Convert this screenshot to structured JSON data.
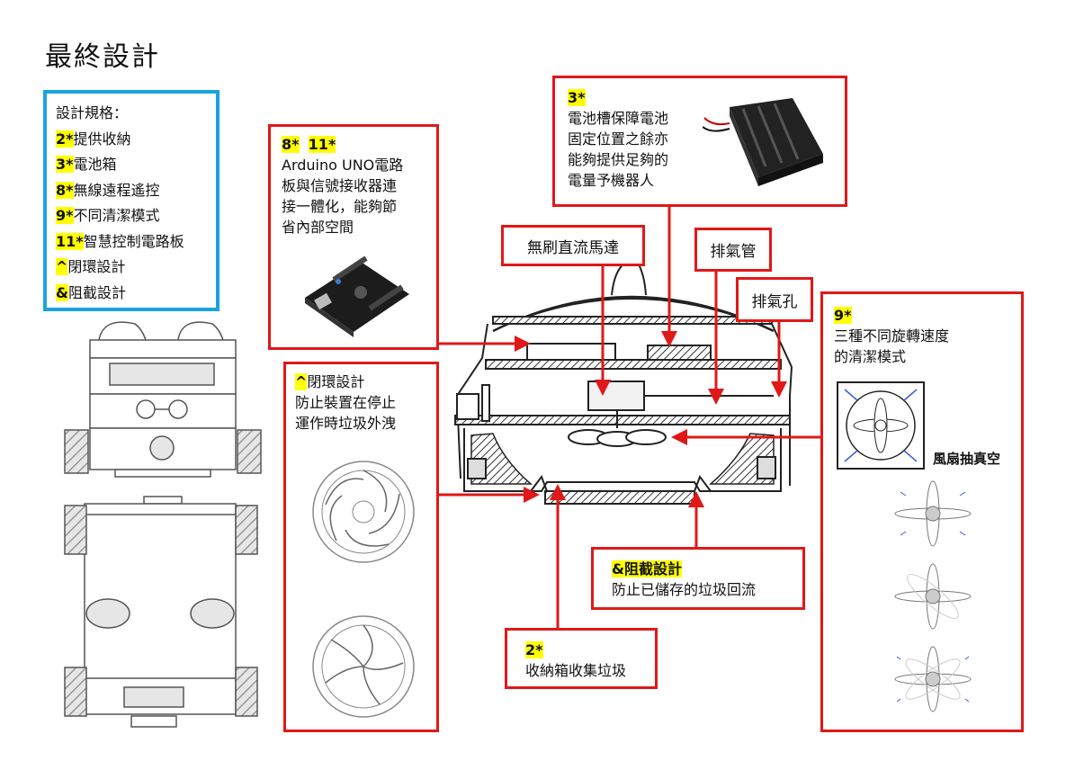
{
  "title": "最終設計",
  "spec": {
    "heading": "設計規格：",
    "items": [
      {
        "tag": "2*",
        "text": "提供收納"
      },
      {
        "tag": "3*",
        "text": "電池箱"
      },
      {
        "tag": "8*",
        "text": "無線遠程遙控"
      },
      {
        "tag": "9*",
        "text": "不同清潔模式"
      },
      {
        "tag": "11*",
        "text": "智慧控制電路板"
      },
      {
        "tag": "^",
        "text": "閉環設計"
      },
      {
        "tag": "&",
        "text": "阻截設計"
      }
    ]
  },
  "arduino": {
    "tag1": "8*",
    "tag2": "11*",
    "lines": [
      "Arduino UNO電路",
      "板與信號接收器連",
      "接一體化，能夠節",
      "省內部空間"
    ]
  },
  "battery": {
    "tag": "3*",
    "lines": [
      "電池槽保障電池",
      "固定位置之餘亦",
      "能夠提供足夠的",
      "電量予機器人"
    ]
  },
  "labels": {
    "motor": "無刷直流馬達",
    "exhaust_pipe": "排氣管",
    "exhaust_hole": "排氣孔"
  },
  "closed_loop": {
    "tag": "^",
    "title": "閉環設計",
    "lines": [
      "防止裝置在停止",
      "運作時垃圾外洩"
    ]
  },
  "mode": {
    "tag": "9*",
    "lines": [
      "三種不同旋轉速度",
      "的清潔模式"
    ],
    "fan_label": "風扇抽真空"
  },
  "block": {
    "tag": "&",
    "title": "阻截設計",
    "line": "防止已儲存的垃圾回流"
  },
  "storage": {
    "tag": "2*",
    "line": "收納箱收集垃圾"
  },
  "colors": {
    "red": "#e01818",
    "blue": "#1aa3e0",
    "highlight": "#ffff00"
  }
}
